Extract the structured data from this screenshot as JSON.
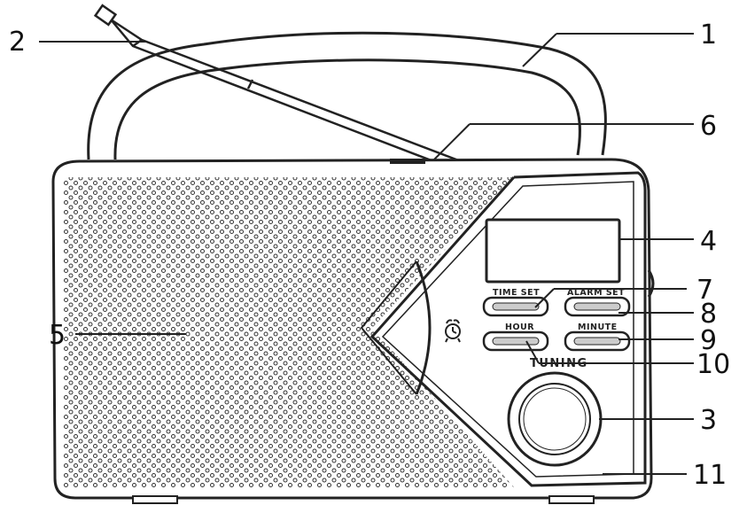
{
  "buttons": {
    "time_set": "TIME SET",
    "alarm_set": "ALARM SET",
    "hour": "HOUR",
    "minute": "MINUTE"
  },
  "tuning_label": "TUNING",
  "callouts": {
    "c1": "1",
    "c2": "2",
    "c3": "3",
    "c4": "4",
    "c5": "5",
    "c6": "6",
    "c7": "7",
    "c8": "8",
    "c9": "9",
    "c10": "10",
    "c11": "11"
  },
  "icons": [
    "alarm-clock-icon"
  ],
  "colors": {
    "line": "#222222",
    "background": "#ffffff"
  }
}
